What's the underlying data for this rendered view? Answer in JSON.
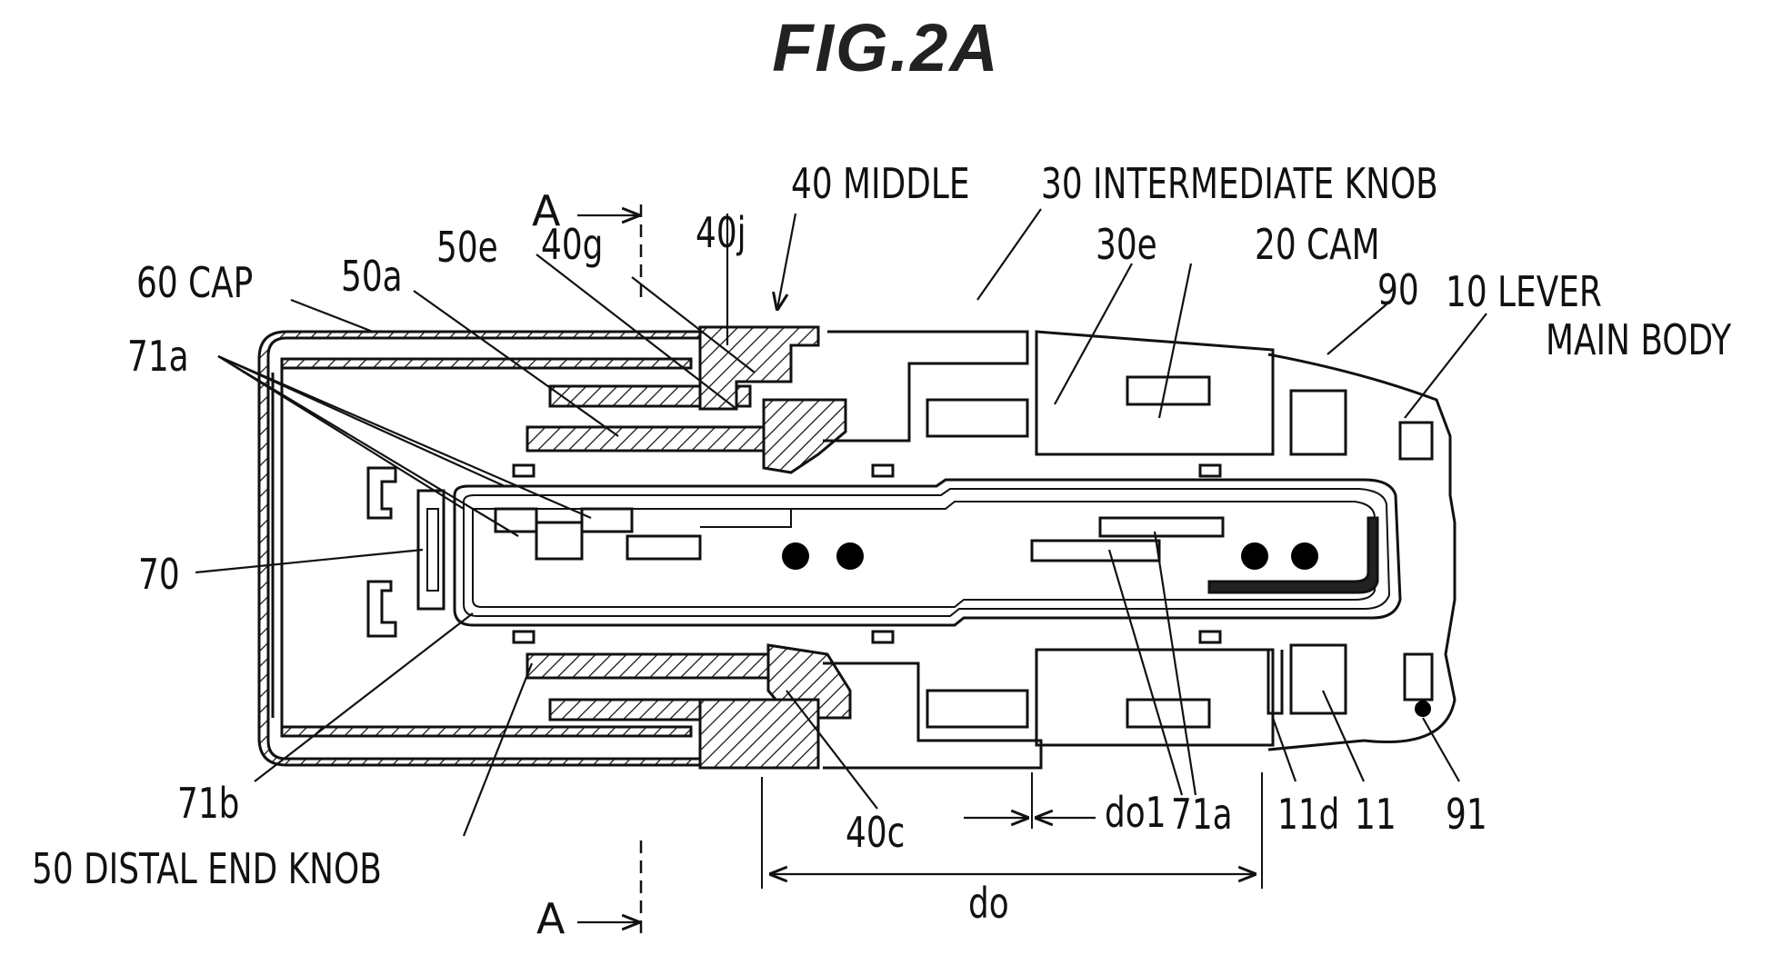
{
  "figure": {
    "title": "FIG.2A"
  },
  "labels": {
    "section_top": "A",
    "section_bottom": "A",
    "middle": "40 MIDDLE",
    "intermediate_knob": "30 INTERMEDIATE KNOB",
    "ref_40j": "40j",
    "ref_40g": "40g",
    "ref_50e": "50e",
    "ref_50a": "50a",
    "cap": "60 CAP",
    "ref_30e": "30e",
    "cam": "20 CAM",
    "ref_90": "90",
    "lever_line1": "10 LEVER",
    "lever_line2": "MAIN BODY",
    "ref_71a_left": "71a",
    "ref_70": "70",
    "ref_71b": "71b",
    "distal_end_knob": "50 DISTAL END KNOB",
    "ref_40c": "40c",
    "dim_do1": "do1",
    "ref_71a_right": "71a",
    "ref_11d": "11d",
    "ref_11": "11",
    "ref_91": "91",
    "dim_do": "do"
  }
}
